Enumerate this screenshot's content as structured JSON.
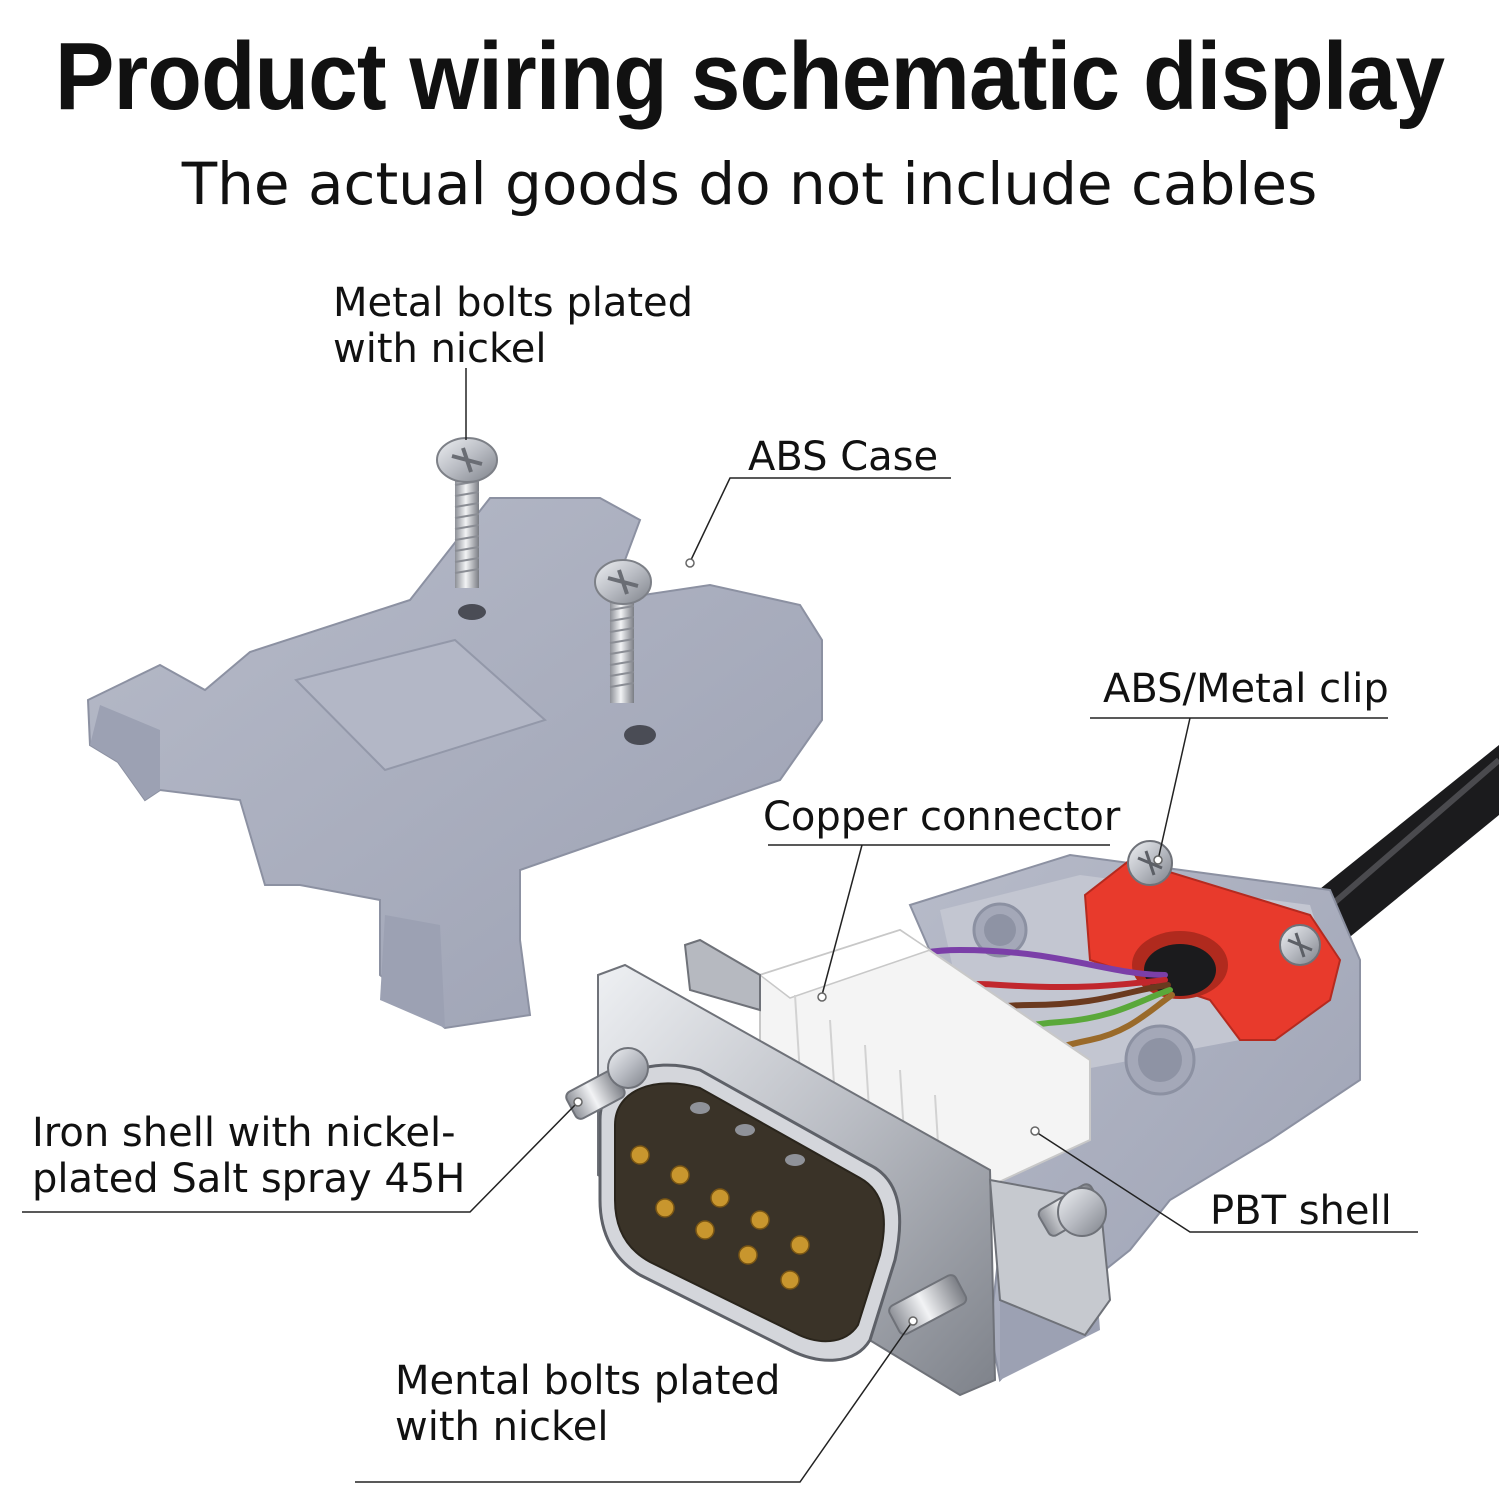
{
  "header": {
    "title": "Product wiring schematic display",
    "subtitle": "The actual goods do not include cables"
  },
  "callouts": {
    "top_bolts": {
      "line1": "Metal bolts plated",
      "line2": "with nickel"
    },
    "abs_case": "ABS Case",
    "abs_metal_clip": "ABS/Metal clip",
    "copper_connector": "Copper connector",
    "iron_shell": {
      "line1": "Iron shell with nickel-",
      "line2": "plated Salt spray 45H"
    },
    "pbt_shell": "PBT shell",
    "bottom_bolts": {
      "line1": "Mental bolts plated",
      "line2": "with nickel"
    }
  },
  "colors": {
    "case_gray": "#a9adbd",
    "case_shadow": "#8e93a4",
    "clip_red": "#e83a2c",
    "metal": "#c9ccd2",
    "pbt_white": "#f4f4f4",
    "pins_gold": "#c8962e",
    "wire_purple": "#7b3fa8",
    "wire_red": "#c1272d",
    "wire_brown": "#6b3a1f",
    "wire_green": "#5aa83a",
    "wire_orange_brown": "#9a6a2a"
  }
}
